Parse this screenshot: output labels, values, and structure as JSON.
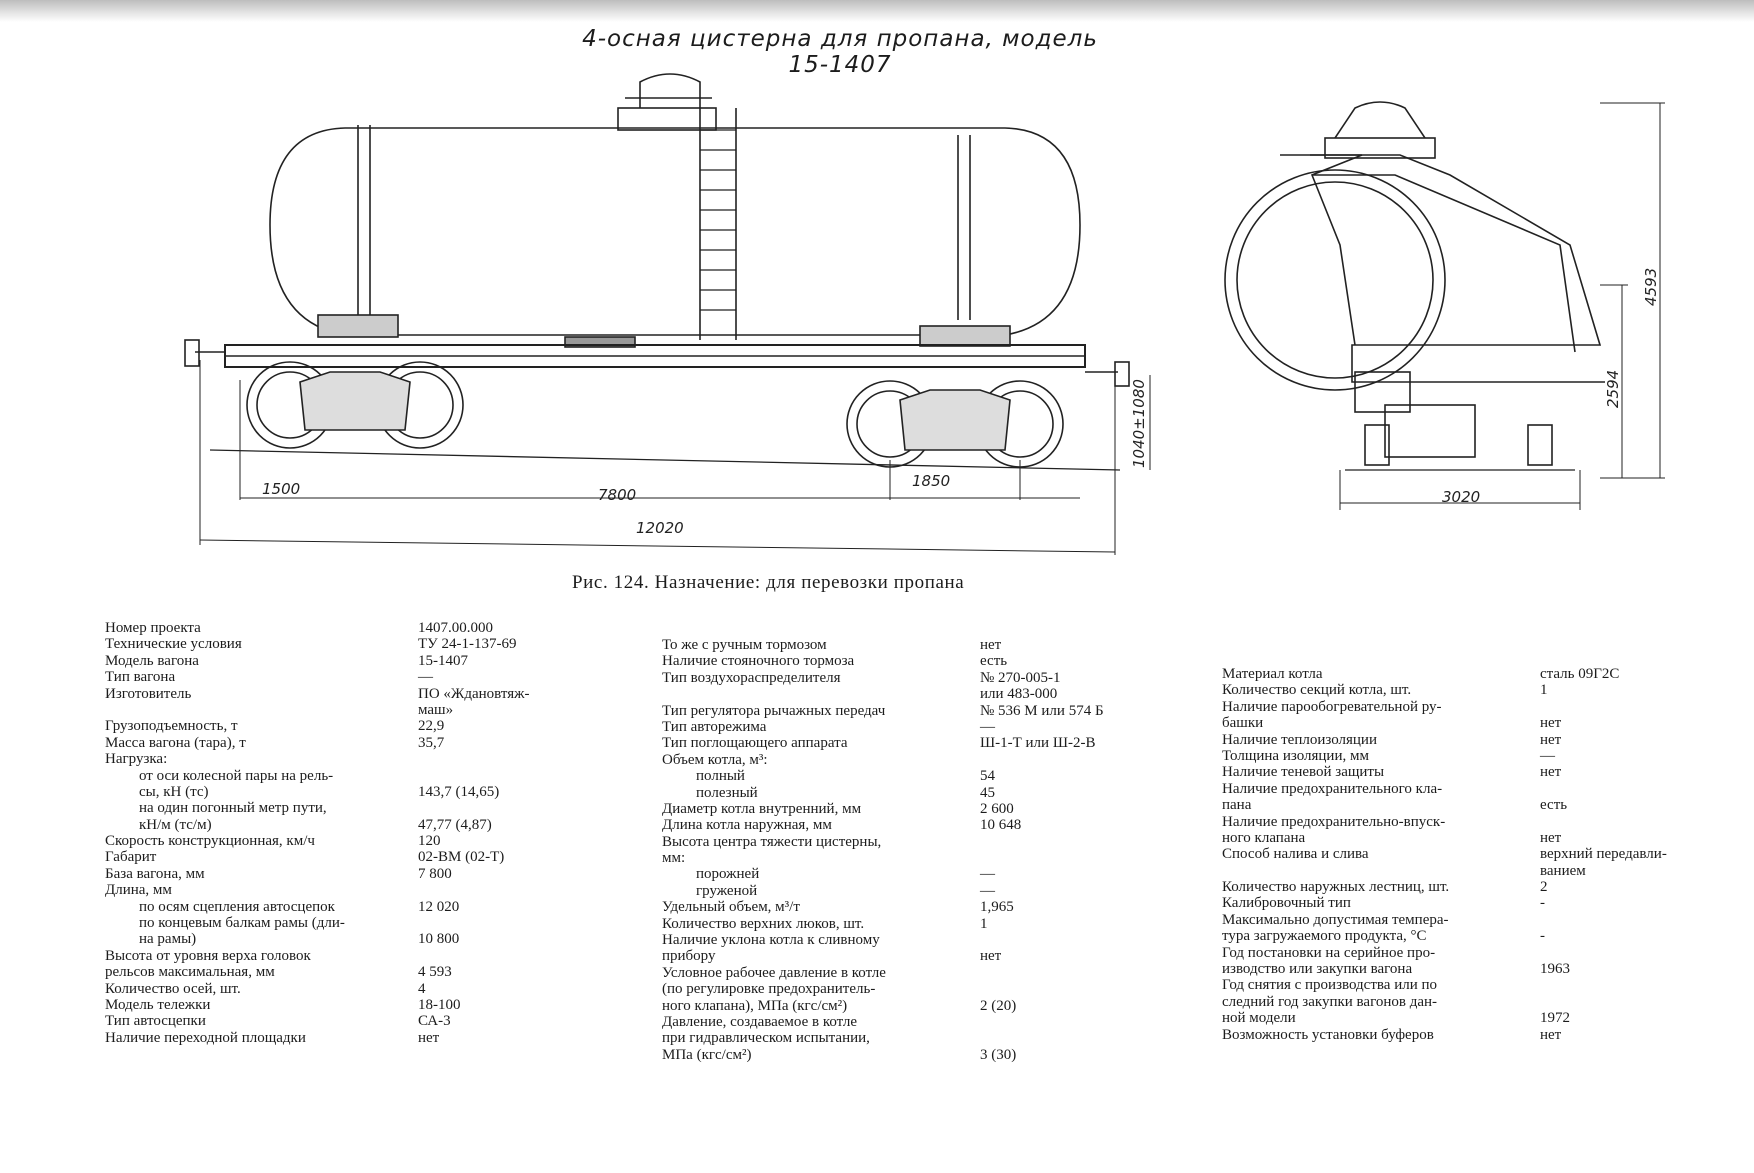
{
  "header": {
    "title": "4-осная цистерна для пропана, модель 15-1407"
  },
  "dimensions": {
    "side_span_1": "1500",
    "side_span_2": "7800",
    "side_span_3": "1850",
    "side_total": "12020",
    "side_height": "1040±1080",
    "end_width": "3020",
    "end_height_1": "2594",
    "end_height_2": "4593"
  },
  "caption": "Рис. 124. Назначение: для перевозки пропана",
  "specs_col1": [
    {
      "label": "Номер проекта",
      "value": "1407.00.000"
    },
    {
      "label": "Технические условия",
      "value": "ТУ 24-1-137-69"
    },
    {
      "label": "Модель вагона",
      "value": "15-1407"
    },
    {
      "label": "Тип вагона",
      "value": "—"
    },
    {
      "label": "Изготовитель",
      "value": "ПО «Ждановтяж-"
    },
    {
      "label": "",
      "value": "маш»"
    },
    {
      "label": "Грузоподъемность, т",
      "value": "22,9"
    },
    {
      "label": "Масса вагона (тара), т",
      "value": "35,7"
    },
    {
      "label": "Нагрузка:",
      "value": ""
    },
    {
      "label": "от оси колесной пары на рель-",
      "value": ""
    },
    {
      "label": "сы, кН (тс)",
      "value": "143,7 (14,65)"
    },
    {
      "label": "на один погонный метр пути,",
      "value": ""
    },
    {
      "label": "кН/м (тс/м)",
      "value": "47,77 (4,87)"
    },
    {
      "label": "Скорость конструкционная, км/ч",
      "value": "120"
    },
    {
      "label": "Габарит",
      "value": "02-ВМ (02-Т)"
    },
    {
      "label": "База вагона, мм",
      "value": "7 800"
    },
    {
      "label": "Длина, мм",
      "value": ""
    },
    {
      "label": "по осям сцепления автосцепок",
      "value": "12 020"
    },
    {
      "label": "по концевым балкам рамы (дли-",
      "value": ""
    },
    {
      "label": "на рамы)",
      "value": "10 800"
    },
    {
      "label": "Высота от уровня верха головок",
      "value": ""
    },
    {
      "label": "рельсов максимальная, мм",
      "value": "4 593"
    },
    {
      "label": "Количество осей, шт.",
      "value": "4"
    },
    {
      "label": "Модель тележки",
      "value": "18-100"
    },
    {
      "label": "Тип автосцепки",
      "value": "СА-3"
    },
    {
      "label": "Наличие переходной площадки",
      "value": "нет"
    }
  ],
  "specs_col2": [
    {
      "label": "То же с ручным тормозом",
      "value": "нет"
    },
    {
      "label": "Наличие стояночного тормоза",
      "value": "есть"
    },
    {
      "label": "Тип воздухораспределителя",
      "value": "№ 270-005-1"
    },
    {
      "label": "",
      "value": "или 483-000"
    },
    {
      "label": "Тип регулятора рычажных передач",
      "value": "№ 536 М или 574 Б"
    },
    {
      "label": "Тип авторежима",
      "value": "—"
    },
    {
      "label": "Тип поглощающего аппарата",
      "value": "Ш-1-Т или Ш-2-В"
    },
    {
      "label": "Объем котла, м³:",
      "value": ""
    },
    {
      "label": "полный",
      "value": "54"
    },
    {
      "label": "полезный",
      "value": "45"
    },
    {
      "label": "Диаметр котла внутренний, мм",
      "value": "2 600"
    },
    {
      "label": "Длина котла наружная, мм",
      "value": "10 648"
    },
    {
      "label": "Высота центра тяжести цистерны,",
      "value": ""
    },
    {
      "label": "мм:",
      "value": ""
    },
    {
      "label": "порожней",
      "value": "—"
    },
    {
      "label": "груженой",
      "value": "—"
    },
    {
      "label": "Удельный объем, м³/т",
      "value": "1,965"
    },
    {
      "label": "Количество верхних люков, шт.",
      "value": "1"
    },
    {
      "label": "Наличие уклона котла к сливному",
      "value": ""
    },
    {
      "label": "прибору",
      "value": "нет"
    },
    {
      "label": "Условное рабочее давление в котле",
      "value": ""
    },
    {
      "label": "(по регулировке предохранитель-",
      "value": ""
    },
    {
      "label": "ного клапана), МПа (кгс/см²)",
      "value": "2 (20)"
    },
    {
      "label": "Давление, создаваемое в котле",
      "value": ""
    },
    {
      "label": "при гидравлическом испытании,",
      "value": ""
    },
    {
      "label": "МПа (кгс/см²)",
      "value": "3 (30)"
    }
  ],
  "specs_col3": [
    {
      "label": "Материал котла",
      "value": "сталь 09Г2С"
    },
    {
      "label": "Количество секций котла, шт.",
      "value": "1"
    },
    {
      "label": "Наличие парообогревательной ру-",
      "value": ""
    },
    {
      "label": "башки",
      "value": "нет"
    },
    {
      "label": "Наличие теплоизоляции",
      "value": "нет"
    },
    {
      "label": "Толщина изоляции, мм",
      "value": "—"
    },
    {
      "label": "Наличие теневой защиты",
      "value": "нет"
    },
    {
      "label": "Наличие предохранительного кла-",
      "value": ""
    },
    {
      "label": "пана",
      "value": "есть"
    },
    {
      "label": "Наличие предохранительно-впуск-",
      "value": ""
    },
    {
      "label": "ного клапана",
      "value": "нет"
    },
    {
      "label": "Способ налива и слива",
      "value": "верхний передавли-"
    },
    {
      "label": "",
      "value": "ванием"
    },
    {
      "label": "Количество наружных лестниц, шт.",
      "value": "2"
    },
    {
      "label": "Калибровочный тип",
      "value": "-"
    },
    {
      "label": "Максимально допустимая темпера-",
      "value": ""
    },
    {
      "label": "тура загружаемого продукта, °С",
      "value": "-"
    },
    {
      "label": "Год постановки на серийное про-",
      "value": ""
    },
    {
      "label": "изводство или закупки вагона",
      "value": "1963"
    },
    {
      "label": "Год снятия с производства или по",
      "value": ""
    },
    {
      "label": "следний год закупки вагонов дан-",
      "value": ""
    },
    {
      "label": "ной модели",
      "value": "1972"
    },
    {
      "label": "Возможность установки буферов",
      "value": "нет"
    }
  ]
}
